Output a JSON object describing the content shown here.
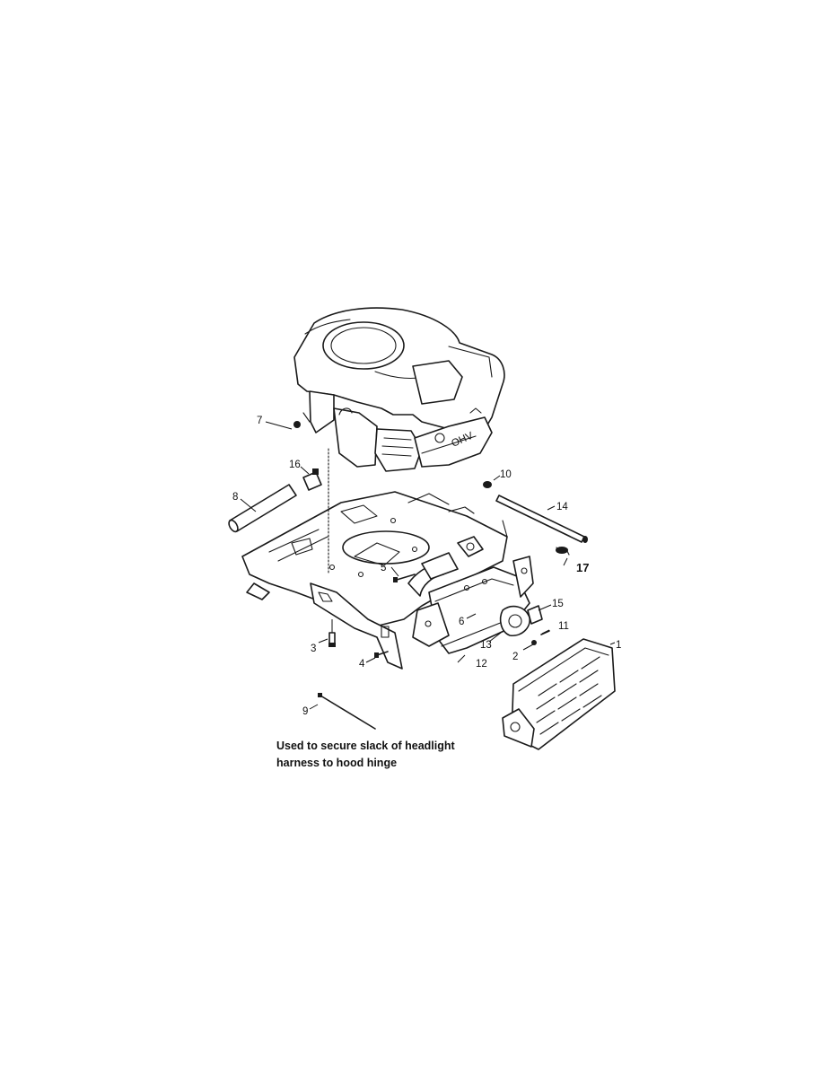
{
  "callouts": {
    "c1": "1",
    "c2": "2",
    "c3": "3",
    "c4": "4",
    "c5": "5",
    "c6": "6",
    "c7": "7",
    "c8": "8",
    "c9": "9",
    "c10": "10",
    "c11": "11",
    "c12": "12",
    "c13": "13",
    "c14": "14",
    "c15": "15",
    "c16": "16",
    "c17": "17"
  },
  "note": {
    "line1": "Used to secure slack of headlight",
    "line2": "harness to hood hinge"
  }
}
